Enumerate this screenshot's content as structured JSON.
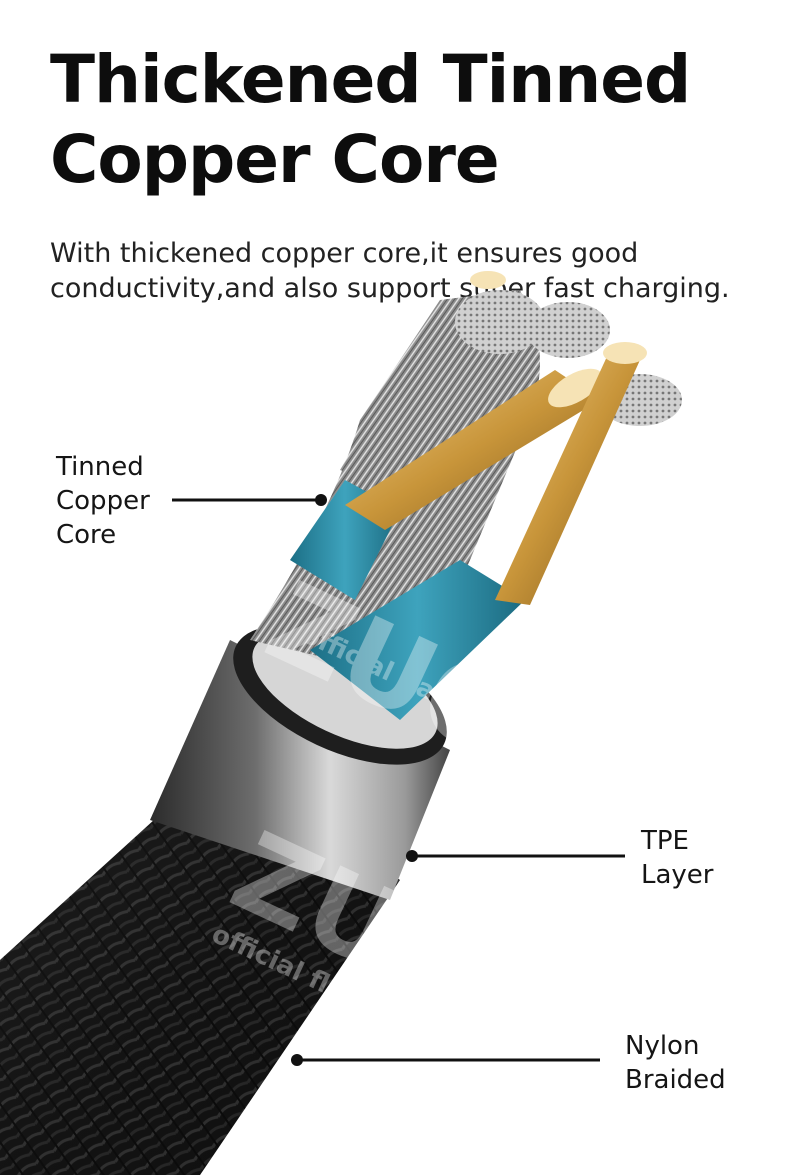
{
  "heading": {
    "line1": "Thickened Tinned",
    "line2": "Copper Core"
  },
  "description": {
    "line1": "With thickened copper core,it ensures good",
    "line2": "conductivity,and also support super fast charging."
  },
  "callouts": {
    "core": {
      "lines": [
        "Tinned",
        "Copper",
        "Core"
      ]
    },
    "tpe": {
      "lines": [
        "TPE",
        "Layer"
      ]
    },
    "nylon": {
      "lines": [
        "Nylon",
        "Braided"
      ]
    }
  },
  "watermark": {
    "brand": "ZUOID",
    "store": "official flagship store"
  },
  "colors": {
    "copper": "#c8953a",
    "tinned_strand": "#b9b9b9",
    "insulation_teal": "#2d8fa8",
    "tpe_silver": "#c9c9c9",
    "braid_black": "#1a1a1a"
  }
}
